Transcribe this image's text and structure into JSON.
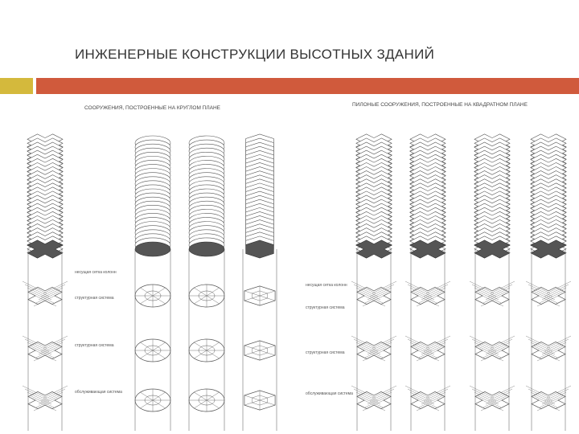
{
  "slide": {
    "title": "ИНЖЕНЕРНЫЕ КОНСТРУКЦИИ ВЫСОТНЫХ ЗДАНИЙ"
  },
  "colors": {
    "accent_square": "#d4b93c",
    "accent_bar": "#d05a3c",
    "drawing_line": "#555555",
    "dark_band": "#555555"
  },
  "figure": {
    "left_caption": "СООРУЖЕНИЯ, ПОСТРОЕННЫЕ НА КРУГЛОМ ПЛАНЕ",
    "right_caption": "ПИЛОНЫЕ СООРУЖЕНИЯ, ПОСТРОЕННЫЕ НА КВАДРАТНОМ ПЛАНЕ",
    "left_labels": [
      "несущая сетка колонн",
      "структурная система",
      "структурная система",
      "обслуживающая система"
    ],
    "right_labels": [
      "несущая сетка колонн",
      "структурная система",
      "структурная система",
      "обслуживающая система"
    ]
  }
}
